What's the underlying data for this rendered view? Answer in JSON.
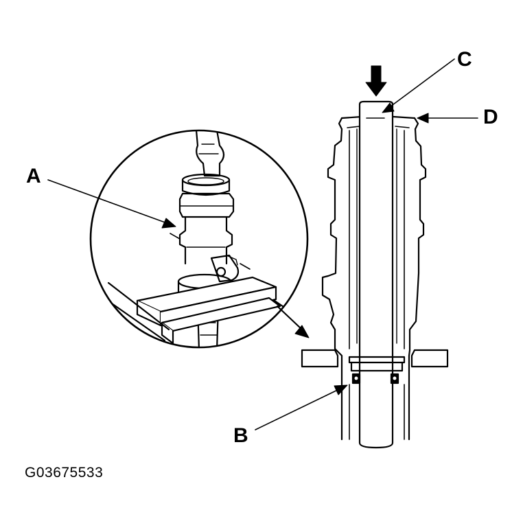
{
  "callouts": {
    "a": "A",
    "b": "B",
    "c": "C",
    "d": "D"
  },
  "figure_code": "G03675533",
  "colors": {
    "ink": "#000000",
    "paper": "#ffffff"
  }
}
